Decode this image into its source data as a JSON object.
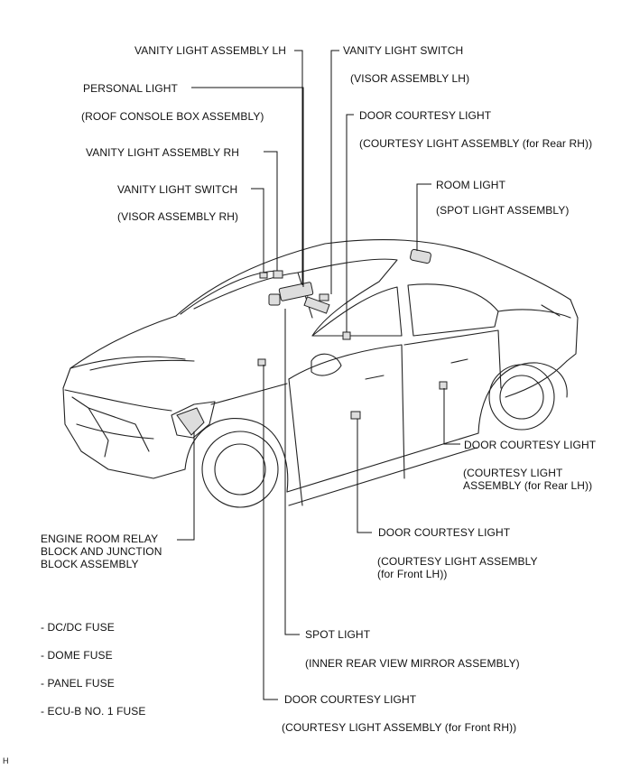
{
  "labels": {
    "vanity_lh": "VANITY LIGHT ASSEMBLY LH",
    "vanity_switch_lh": "VANITY LIGHT SWITCH",
    "vanity_switch_lh_sub": "(VISOR ASSEMBLY LH)",
    "personal_light": "PERSONAL LIGHT",
    "personal_light_sub": "(ROOF CONSOLE BOX ASSEMBLY)",
    "door_courtesy_rear_rh": "DOOR COURTESY LIGHT",
    "door_courtesy_rear_rh_sub": "(COURTESY LIGHT ASSEMBLY (for Rear RH))",
    "vanity_rh": "VANITY LIGHT ASSEMBLY RH",
    "room_light": "ROOM LIGHT",
    "room_light_sub": "(SPOT LIGHT ASSEMBLY)",
    "vanity_switch_rh": "VANITY LIGHT SWITCH",
    "vanity_switch_rh_sub": "(VISOR ASSEMBLY RH)",
    "door_courtesy_rear_lh": "DOOR COURTESY LIGHT",
    "door_courtesy_rear_lh_sub_1": "(COURTESY LIGHT",
    "door_courtesy_rear_lh_sub_2": "ASSEMBLY (for Rear LH))",
    "engine_room_1": "ENGINE ROOM RELAY",
    "engine_room_2": "BLOCK AND JUNCTION",
    "engine_room_3": "BLOCK ASSEMBLY",
    "door_courtesy_front_lh": "DOOR COURTESY LIGHT",
    "door_courtesy_front_lh_sub_1": "(COURTESY LIGHT ASSEMBLY",
    "door_courtesy_front_lh_sub_2": "(for Front LH))",
    "spot_light": "SPOT LIGHT",
    "spot_light_sub": "(INNER REAR VIEW MIRROR ASSEMBLY)",
    "door_courtesy_front_rh": "DOOR COURTESY LIGHT",
    "door_courtesy_front_rh_sub": "(COURTESY LIGHT ASSEMBLY (for Front RH))",
    "corner_mark": "H"
  },
  "fuses": [
    "- DC/DC FUSE",
    "- DOME FUSE",
    "- PANEL FUSE",
    "- ECU-B NO. 1 FUSE"
  ]
}
